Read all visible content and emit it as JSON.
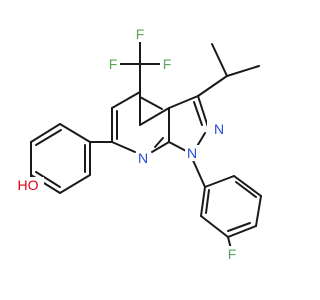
{
  "colors": {
    "carbon_bond": "#1a1a1a",
    "nitrogen": "#2a4bd7",
    "oxygen": "#e0000f",
    "fluorine": "#5fa35a"
  },
  "molecule": {
    "atoms": {
      "n_pyridine": {
        "label": "N",
        "element": "nitrogen"
      },
      "n_pyrazole_1": {
        "label": "N",
        "element": "nitrogen"
      },
      "n_pyrazole_2": {
        "label": "N",
        "element": "nitrogen"
      },
      "oxygen_hydroxyl": {
        "label": "HO",
        "element": "oxygen"
      },
      "fluorine_cf3_top": {
        "label": "F",
        "element": "fluorine"
      },
      "fluorine_cf3_left": {
        "label": "F",
        "element": "fluorine"
      },
      "fluorine_cf3_right": {
        "label": "F",
        "element": "fluorine"
      },
      "fluorine_aryl": {
        "label": "F",
        "element": "fluorine"
      }
    }
  }
}
